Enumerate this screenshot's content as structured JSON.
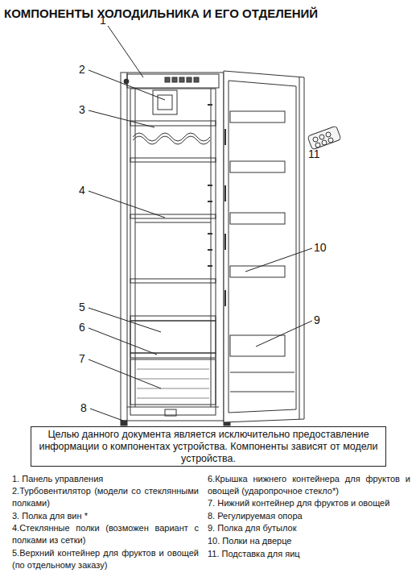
{
  "diagram": {
    "title": "КОМПОНЕНТЫ ХОЛОДИЛЬНИКА И ЕГО ОТДЕЛЕНИЙ",
    "nodes": [
      {
        "text": [
          "Целью данного документа является исключительно предоставление информации о компонентах устройства. Компоненты зависят от модели устройства."
        ]
      }
    ],
    "labels": [
      "1",
      "2",
      "3",
      "4",
      "5",
      "6",
      "7",
      "8",
      "9",
      "10",
      "11",
      "1. Панель управления",
      "2.Турбовентилятор (модели со стеклянными полками)",
      "3. Полка для вин *",
      "4.Стеклянные полки (возможен вариант с полками из сетки)",
      "5.Верхний контейнер для фруктов и овощей (по отдельному заказу)",
      "6.Крышка нижнего контейнера для фруктов и овощей (ударопрочное стекло*)",
      "7. Нижний контейнер для фруктов и овощей",
      "8. Регулируемая опора",
      "9. Полка для бутылок",
      "10. Полки на дверце",
      "11. Подставка для яиц"
    ]
  }
}
